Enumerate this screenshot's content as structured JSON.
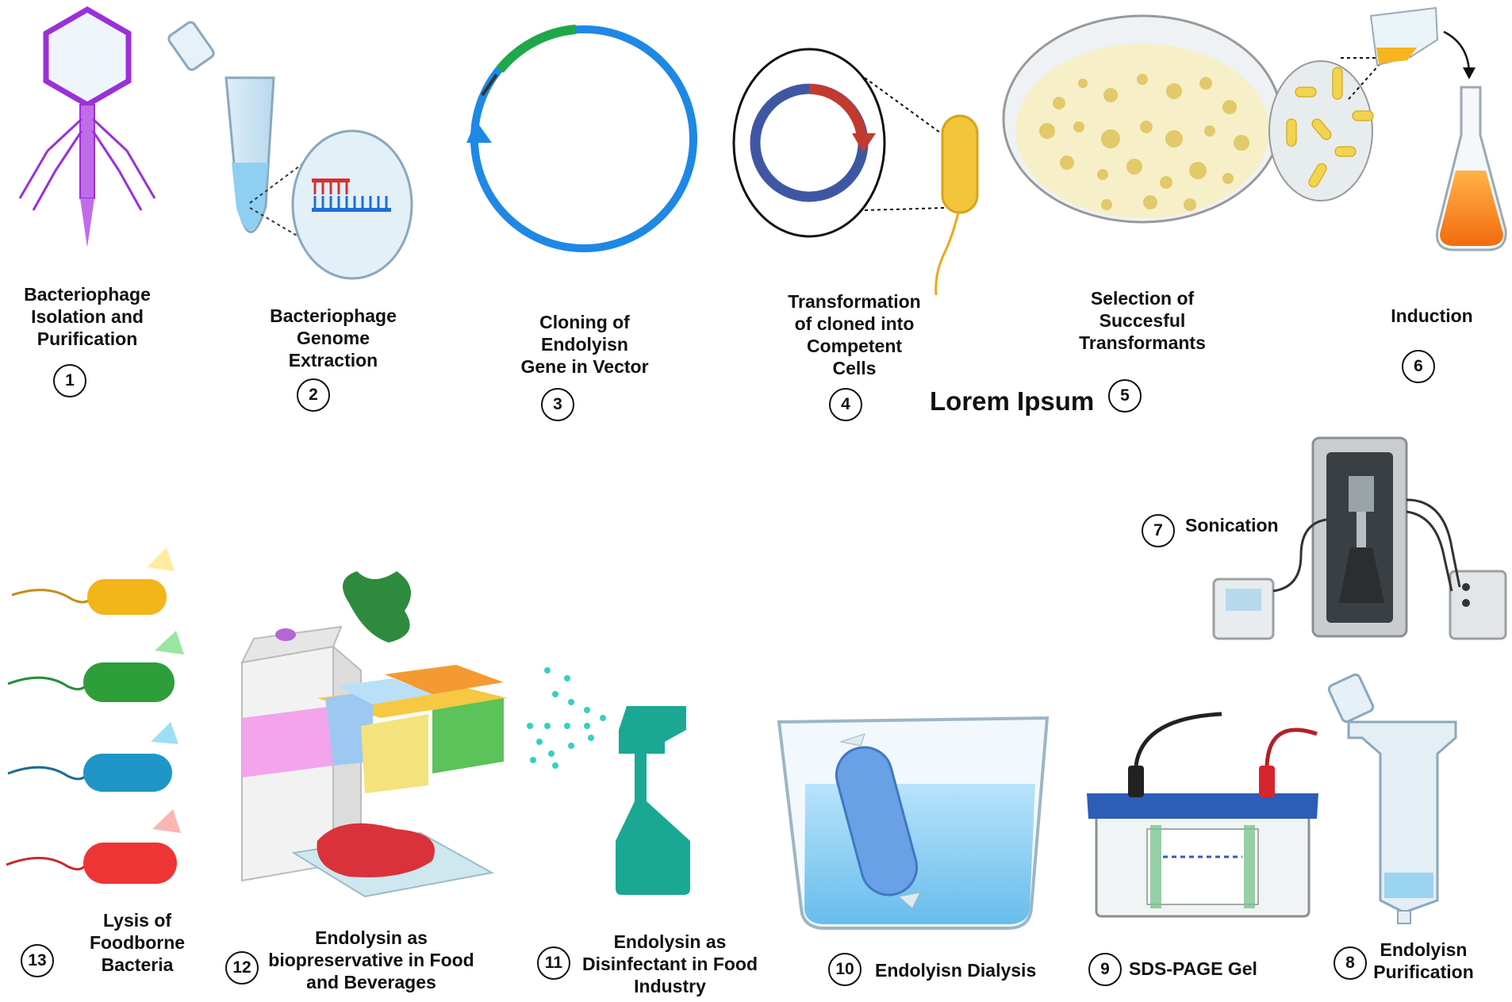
{
  "steps": [
    {
      "num": "1",
      "label": "Bacteriophage\nIsolation and\nPurification"
    },
    {
      "num": "2",
      "label": "Bacteriophage\nGenome\nExtraction"
    },
    {
      "num": "3",
      "label": "Cloning of\nEndolyisn\nGene in Vector"
    },
    {
      "num": "4",
      "label": "Transformation\nof cloned into\nCompetent\nCells"
    },
    {
      "num": "5",
      "label": "Selection of\nSuccesful\nTransformants"
    },
    {
      "num": "6",
      "label": "Induction"
    },
    {
      "num": "7",
      "label": "Sonication"
    },
    {
      "num": "8",
      "label": "Endolyisn\nPurification"
    },
    {
      "num": "9",
      "label": "SDS-PAGE Gel"
    },
    {
      "num": "10",
      "label": "Endolyisn Dialysis"
    },
    {
      "num": "11",
      "label": "Endolysin as\nDisinfectant in Food\nIndustry"
    },
    {
      "num": "12",
      "label": "Endolysin as\nbiopreservative in Food\nand Beverages"
    },
    {
      "num": "13",
      "label": "Lysis of\nFoodborne\nBacteria"
    }
  ],
  "caption": "Lorem Ipsum",
  "colors": {
    "phage": "#9b30d9",
    "plasmid": "#1e88e5",
    "insert": "#1ea84a",
    "bacterium": "#f3c53a",
    "culture": "#f7931e",
    "spray": "#1aa894",
    "meat": "#d9323b",
    "water": "#9fd1f2"
  }
}
